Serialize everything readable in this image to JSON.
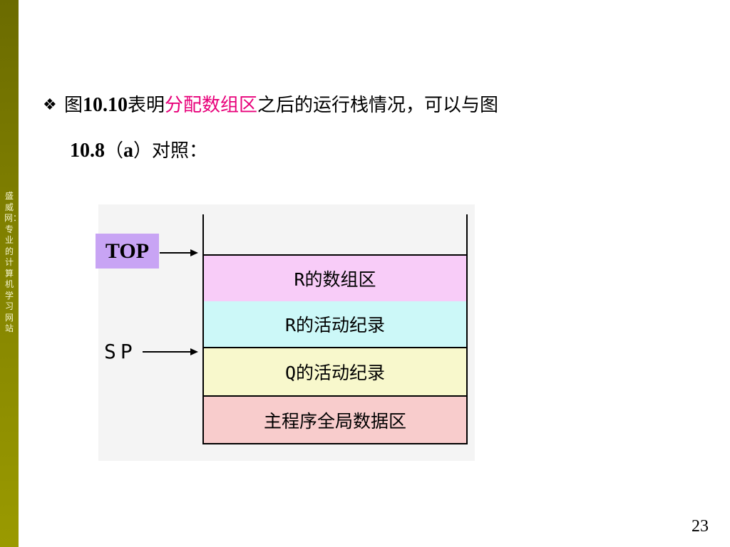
{
  "sidebar": {
    "text": "盛威网：专业的计算机学习网站"
  },
  "heading": {
    "bullet": "❖",
    "prefix": "图",
    "figure_ref": "10.10",
    "verb": "表明",
    "highlight": "分配数组区",
    "rest_line1": "之后的运行栈情况，可以与图",
    "line2_num": "10.8",
    "line2_paren_open": "（",
    "line2_letter": "a",
    "line2_rest": "）对照："
  },
  "diagram": {
    "top_label": "TOP",
    "sp_label": "SP",
    "cells": [
      "R的数组区",
      "R的活动纪录",
      "Q的活动纪录",
      "主程序全局数据区"
    ]
  },
  "colors": {
    "sidebar": "#7d7d00",
    "highlight": "#e8007a",
    "top_box": "#c8a4f4",
    "cell_array": "#f8ccf8",
    "cell_r_record": "#ccf8f8",
    "cell_q_record": "#f8f8cc",
    "cell_global": "#f8cccc"
  },
  "footer": {
    "page_number": "23"
  }
}
